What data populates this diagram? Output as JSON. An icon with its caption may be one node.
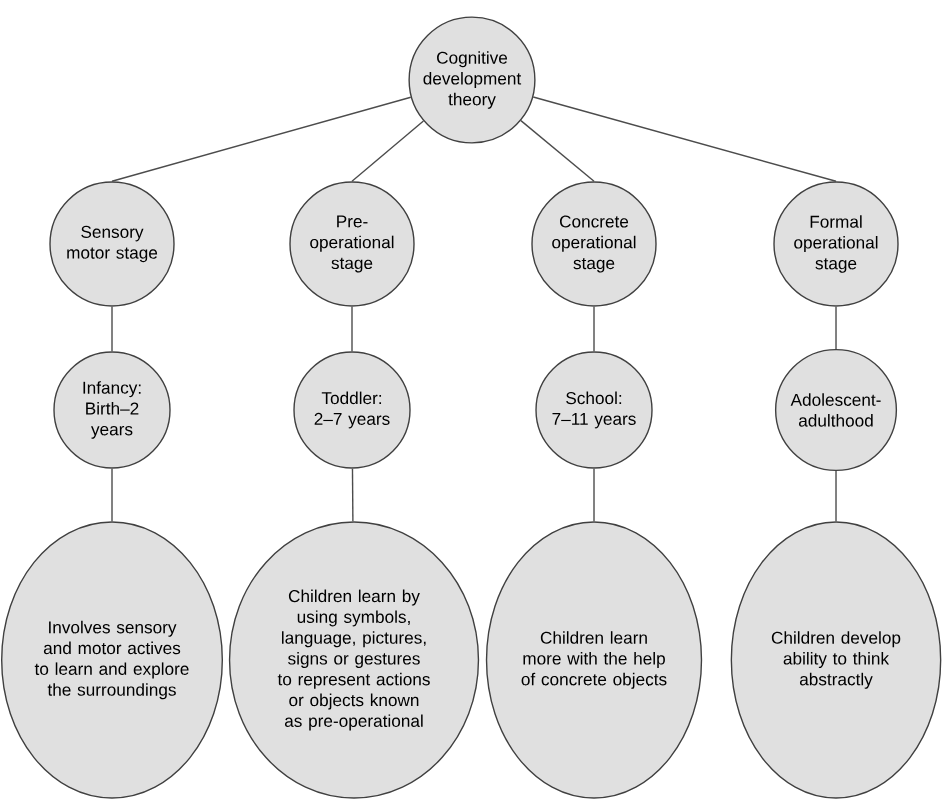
{
  "diagram": {
    "nodes": [
      {
        "text": [
          "Cognitive development theory"
        ]
      },
      {
        "text": [
          "Sensory motor stage"
        ]
      },
      {
        "text": [
          "Pre-operational stage"
        ]
      },
      {
        "text": [
          "Concrete operational stage"
        ]
      },
      {
        "text": [
          "Formal operational stage"
        ]
      },
      {
        "text": [
          "Infancy: Birth–2 years"
        ]
      },
      {
        "text": [
          "Toddler: 2–7 years"
        ]
      },
      {
        "text": [
          "School: 7–11 years"
        ]
      },
      {
        "text": [
          "Adolescent-adulthood"
        ]
      },
      {
        "text": [
          "Involves sensory and motor actives to learn and explore the surroundings"
        ]
      },
      {
        "text": [
          "Children learn by using symbols, language, pictures, signs or gestures to represent actions or objects known as pre-operational"
        ]
      },
      {
        "text": [
          "Children learn more with the help of concrete objects"
        ]
      },
      {
        "text": [
          "Children develop ability to think abstractly"
        ]
      }
    ],
    "edges": [
      {
        "from": 0,
        "to": 1,
        "arrow": "none"
      },
      {
        "from": 0,
        "to": 2,
        "arrow": "none"
      },
      {
        "from": 0,
        "to": 3,
        "arrow": "none"
      },
      {
        "from": 0,
        "to": 4,
        "arrow": "none"
      },
      {
        "from": 1,
        "to": 5,
        "arrow": "none"
      },
      {
        "from": 2,
        "to": 6,
        "arrow": "none"
      },
      {
        "from": 3,
        "to": 7,
        "arrow": "none"
      },
      {
        "from": 4,
        "to": 8,
        "arrow": "none"
      },
      {
        "from": 5,
        "to": 9,
        "arrow": "none"
      },
      {
        "from": 6,
        "to": 10,
        "arrow": "none"
      },
      {
        "from": 7,
        "to": 11,
        "arrow": "none"
      },
      {
        "from": 8,
        "to": 12,
        "arrow": "none"
      }
    ]
  }
}
